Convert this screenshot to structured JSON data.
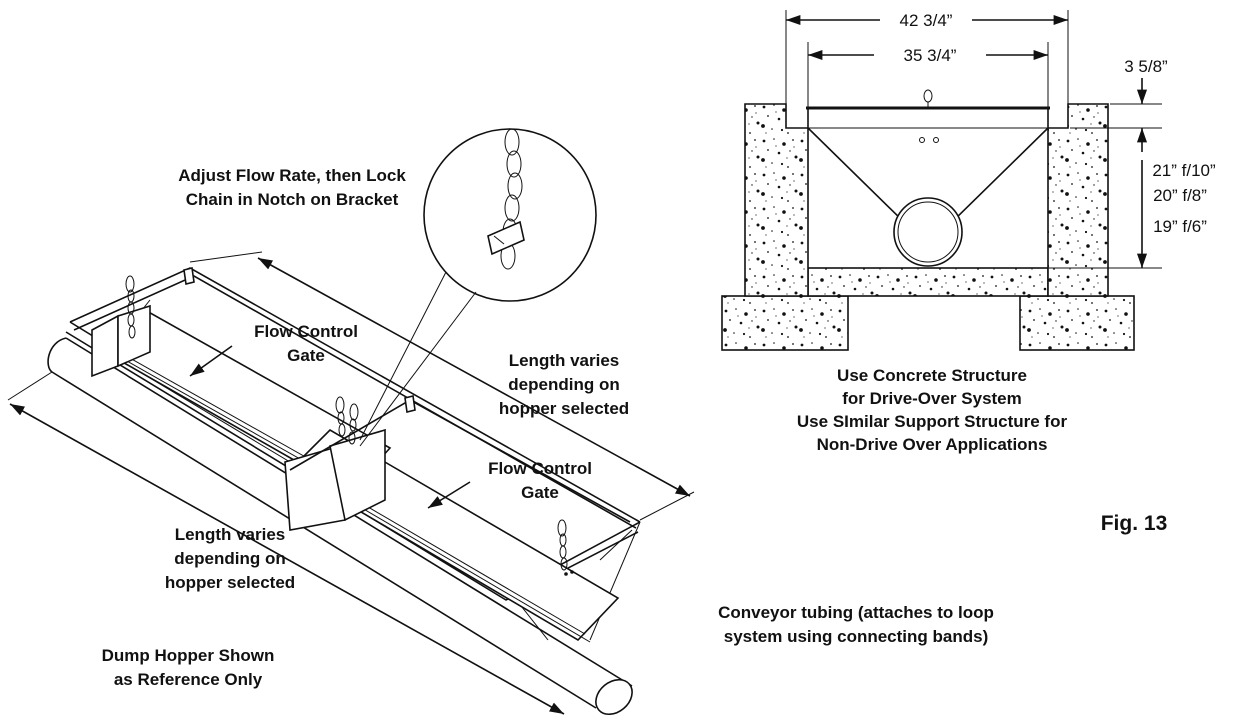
{
  "figure_label": "Fig. 13",
  "left_view": {
    "callout_adjust_1": "Adjust Flow Rate, then Lock",
    "callout_adjust_2": "Chain in Notch on Bracket",
    "gate_upper_1": "Flow Control",
    "gate_upper_2": "Gate",
    "gate_lower_1": "Flow Control",
    "gate_lower_2": "Gate",
    "length_right_1": "Length varies",
    "length_right_2": "depending on",
    "length_right_3": "hopper selected",
    "length_left_1": "Length varies",
    "length_left_2": "depending on",
    "length_left_3": "hopper selected",
    "tubing_1": "Conveyor tubing (attaches to loop",
    "tubing_2": "system using connecting bands)",
    "dump_1": "Dump Hopper Shown",
    "dump_2": "as Reference Only"
  },
  "right_view": {
    "dim_outer": "42 3/4”",
    "dim_inner": "35 3/4”",
    "dim_top": "3 5/8”",
    "dim_height_1": "21” f/10”",
    "dim_height_2": "20” f/8”",
    "dim_height_3": "19” f/6”",
    "caption_1": "Use Concrete Structure",
    "caption_2": "for Drive-Over System",
    "caption_3": "Use SImilar Support Structure for",
    "caption_4": "Non-Drive Over Applications"
  },
  "colors": {
    "line": "#111111",
    "background": "#ffffff"
  }
}
